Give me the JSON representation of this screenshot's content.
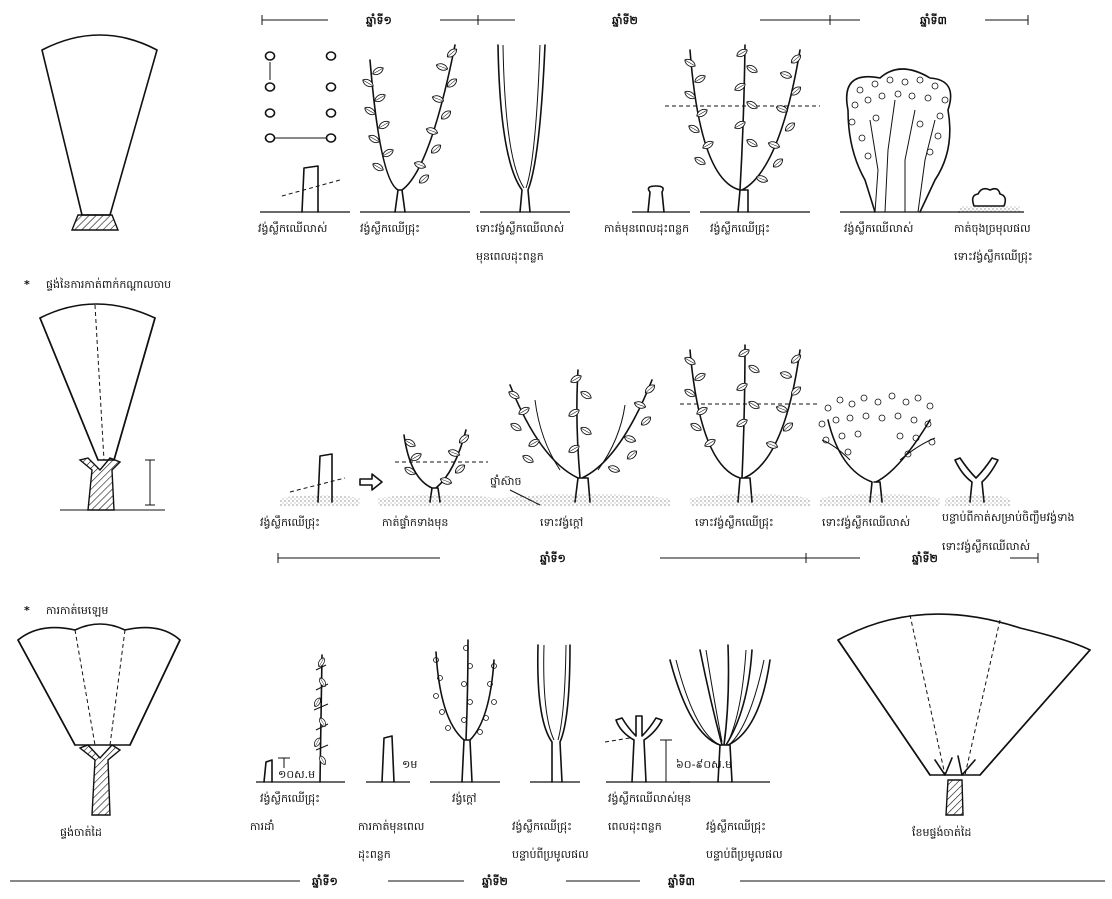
{
  "row1": {
    "years": [
      "ឆ្នាំទី១",
      "ឆ្នាំទី២",
      "ឆ្នាំទី៣"
    ],
    "labels": [
      "វង្វ់ស្លឹកឈើលាស់",
      "វង្វ់ស្លឹកឈើជ្រុះ",
      "ទោះវង្វ់ស្លឹកឈើលាស់",
      "មុនពេលដុះពន្លក",
      "កាត់មុនពេលដុះពន្លក",
      "វង្វ់ស្លឹកឈើជ្រុះ",
      "វង្វ់ស្លឹកឈើលាស់",
      "កាត់ចុងច្រមុលផល",
      "ទោះវង្វ់ស្លឹកឈើជ្រុះ"
    ]
  },
  "side": {
    "note1": "ផ្ទង់នៃការកាត់ពាក់កណ្តាលចាប",
    "note2": "ការកាត់មេឡេម",
    "caption1": "ផ្ទង់ចាត់ដៃ",
    "caption2": "ខែមផ្ទង់ចាត់ដៃ"
  },
  "row2": {
    "labels": [
      "វង្វ់ស្លឹកឈើជ្រុះ",
      "កាត់ផ្ទាំកទាងមុន",
      "ទោះវង្វ់ក្តៅ",
      "ទោះវង្វ់ស្លឹកឈើជ្រុះ",
      "ទោះវង្វ់ស្លឹកឈើលាស់",
      "បន្ទាប់ពីកាត់សម្រាប់ចិញ្ចឹមវង្វ់ទាង",
      "ទោះវង្វ់ស្លឹកឈើលាស់"
    ],
    "annotation": "ថ្នាំស៊ាច",
    "years": [
      "ឆ្នាំទី១",
      "ឆ្នាំទី២"
    ]
  },
  "row3": {
    "labels": [
      "វង្វ់ស្លឹកឈើជ្រុះ",
      "ការដាំ",
      "ការកាត់មុនពេល",
      "ដុះពន្លក",
      "វង្វ់ក្តៅ",
      "វង្វ់ស្លឹកឈើជ្រុះ",
      "បន្ទាប់ពីប្រមូលផល",
      "វង្វ់ស្លឹកឈើលាស់មុន",
      "ពេលដុះពន្លក",
      "វង្វ់ស្លឹកឈើជ្រុះ",
      "បន្ទាប់ពីប្រមូលផល"
    ],
    "measures": [
      "១០ស.ម",
      "១ម",
      "៦០-៩០ស.ម"
    ],
    "years": [
      "ឆ្នាំទី១",
      "ឆ្នាំទី២",
      "ឆ្នាំទី៣"
    ]
  }
}
